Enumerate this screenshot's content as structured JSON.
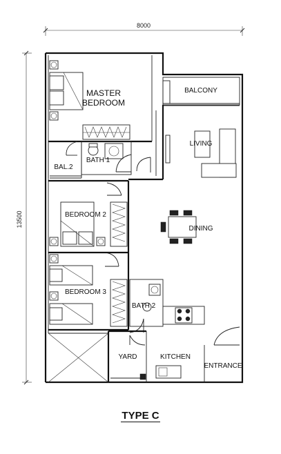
{
  "dimensions": {
    "width": "8000",
    "height": "13500"
  },
  "rooms": {
    "master_line1": "MASTER",
    "master_line2": "BEDROOM",
    "balcony": "BALCONY",
    "living": "LIVING",
    "bath1": "BATH 1",
    "bal2": "BAL.2",
    "bedroom2": "BEDROOM 2",
    "dining": "DINING",
    "bedroom3": "BEDROOM 3",
    "bath2": "BATH 2",
    "yard": "YARD",
    "kitchen": "KITCHEN",
    "entrance": "ENTRANCE"
  },
  "title": "TYPE C"
}
